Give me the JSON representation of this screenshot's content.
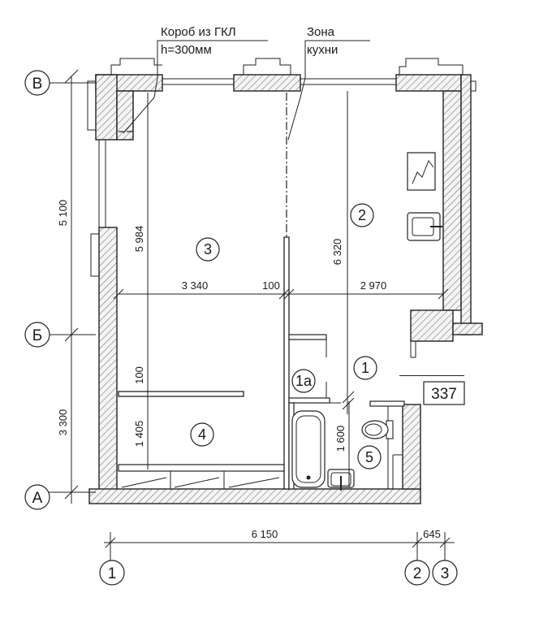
{
  "notes": {
    "box_line1": "Короб из ГКЛ",
    "box_line2": "h=300мм",
    "kitchen_line1": "Зона",
    "kitchen_line2": "кухни"
  },
  "axes": {
    "row_top": "В",
    "row_mid": "Б",
    "row_bottom": "А",
    "col_1": "1",
    "col_2": "2",
    "col_3": "3"
  },
  "rooms": {
    "r1": "1",
    "r1a": "1а",
    "r2": "2",
    "r3": "3",
    "r4": "4",
    "r5": "5"
  },
  "dimensions": {
    "left_upper": "5 100",
    "left_lower": "3 300",
    "inner_height": "5 984",
    "right_height": "6 320",
    "width_left": "3 340",
    "wall_thick": "100",
    "width_right": "2 970",
    "partition": "100",
    "bottom_room_h": "1 405",
    "bath_h": "1 600",
    "bottom_total": "6 150",
    "bottom_right": "645"
  },
  "tag": "337"
}
